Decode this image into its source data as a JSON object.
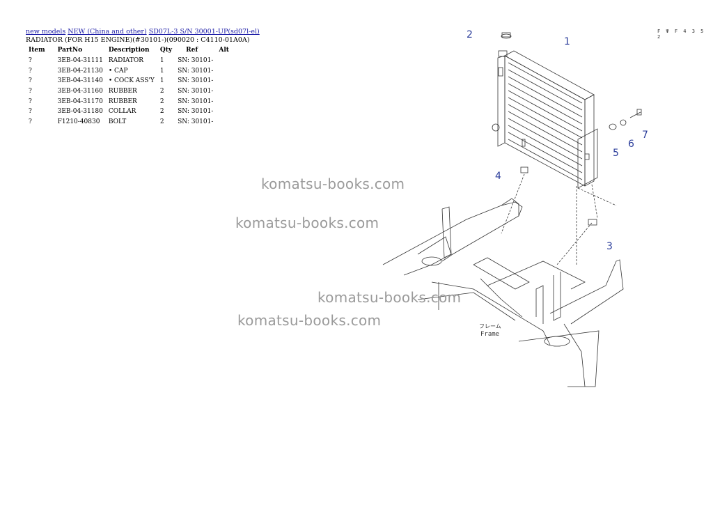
{
  "breadcrumb": {
    "links": [
      "new models",
      "NEW (China and other)",
      "SD07L-3 S/N 30001-UP(sd07l-el)"
    ]
  },
  "subtitle": "RADIATOR (FOR H15 ENGINE)(#30101-)(090020 : C4110-01A0A)",
  "table": {
    "headers": [
      "Item",
      "PartNo",
      "Description",
      "Qty",
      "Ref",
      "Alt"
    ],
    "rows": [
      {
        "item": "?",
        "part": "3EB-04-31111",
        "desc": "RADIATOR",
        "qty": "1",
        "ref": "SN: 30101-"
      },
      {
        "item": "?",
        "part": "3EB-04-21130",
        "desc": "• CAP",
        "qty": "1",
        "ref": "SN: 30101-"
      },
      {
        "item": "?",
        "part": "3EB-04-31140",
        "desc": "• COCK ASS'Y",
        "qty": "1",
        "ref": "SN: 30101-"
      },
      {
        "item": "?",
        "part": "3EB-04-31160",
        "desc": "RUBBER",
        "qty": "2",
        "ref": "SN: 30101-"
      },
      {
        "item": "?",
        "part": "3EB-04-31170",
        "desc": "RUBBER",
        "qty": "2",
        "ref": "SN: 30101-"
      },
      {
        "item": "?",
        "part": "3EB-04-31180",
        "desc": "COLLAR",
        "qty": "2",
        "ref": "SN: 30101-"
      },
      {
        "item": "?",
        "part": "F1210-40830",
        "desc": "BOLT",
        "qty": "2",
        "ref": "SN: 30101-"
      }
    ]
  },
  "figure": {
    "code": "F Ψ F 4 3 5 2",
    "callouts": [
      "1",
      "2",
      "3",
      "4",
      "5",
      "6",
      "7"
    ],
    "frame_label": "Frame",
    "frame_label_jp": "フレーム"
  },
  "watermark": "komatsu-books.com",
  "colors": {
    "link": "#1a1aa6",
    "callout": "#2a3c9a",
    "watermark": "#9a9a9a"
  }
}
